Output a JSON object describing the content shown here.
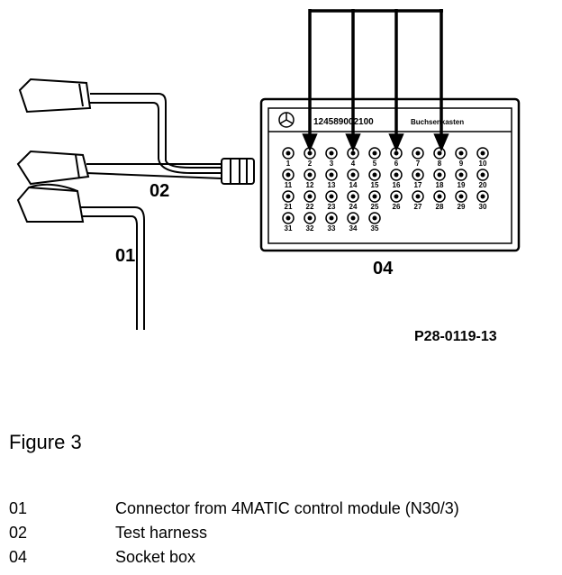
{
  "diagram": {
    "part_number": "124589002100",
    "box_label": "Buchsenkasten",
    "callouts": {
      "c01": "01",
      "c02": "02",
      "c04": "04"
    },
    "reference": "P28-0119-13",
    "socket_numbers": [
      [
        "1",
        "2",
        "3",
        "4",
        "5",
        "6",
        "7",
        "8",
        "9",
        "10"
      ],
      [
        "11",
        "12",
        "13",
        "14",
        "15",
        "16",
        "17",
        "18",
        "19",
        "20"
      ],
      [
        "21",
        "22",
        "23",
        "24",
        "25",
        "26",
        "27",
        "28",
        "29",
        "30"
      ],
      [
        "31",
        "32",
        "33",
        "34",
        "35"
      ]
    ],
    "arrow_sockets": [
      "2",
      "4",
      "6",
      "8"
    ]
  },
  "figure": {
    "title": "Figure 3"
  },
  "legend": [
    {
      "code": "01",
      "desc": "Connector from 4MATIC control module (N30/3)"
    },
    {
      "code": "02",
      "desc": "Test harness"
    },
    {
      "code": "04",
      "desc": "Socket box"
    }
  ]
}
